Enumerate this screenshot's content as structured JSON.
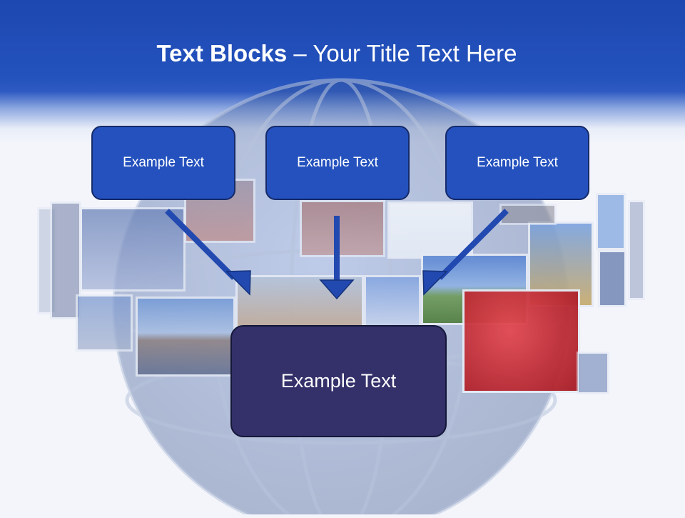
{
  "title": {
    "bold": "Text Blocks",
    "separator": " – ",
    "rest": "Your Title Text Here"
  },
  "boxes": {
    "left": "Example Text",
    "center": "Example Text",
    "right": "Example Text",
    "bottom": "Example Text"
  },
  "colors": {
    "header": "#1d47b1",
    "small_box": "#2451bd",
    "big_box": "#33306a",
    "arrow": "#2249b0"
  }
}
